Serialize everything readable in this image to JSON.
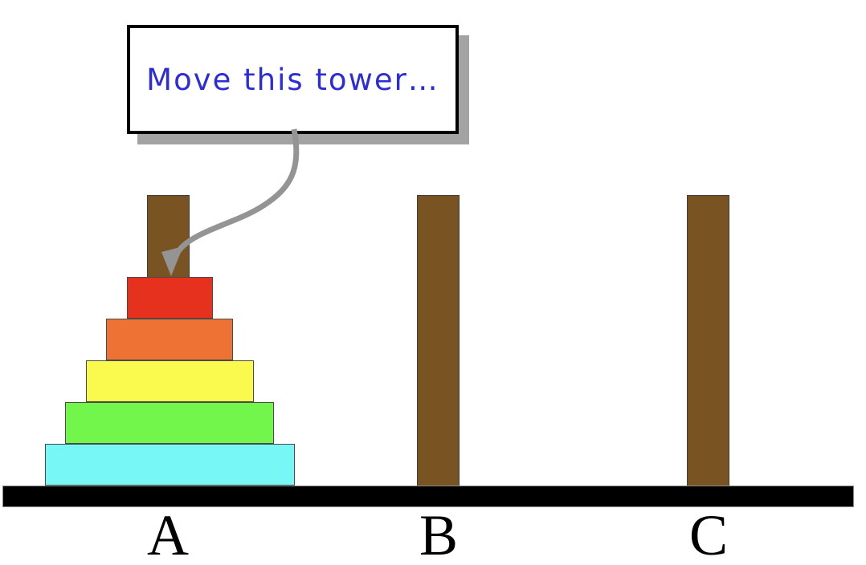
{
  "figure": {
    "callout": {
      "text": "Move this tower…",
      "points_to": "tower on peg A"
    },
    "pegs": [
      {
        "label": "A",
        "disk_count": 5
      },
      {
        "label": "B",
        "disk_count": 0
      },
      {
        "label": "C",
        "disk_count": 0
      }
    ],
    "tower": {
      "peg": "A",
      "disks_top_to_bottom": [
        {
          "name": "disk-1-smallest",
          "color": "#e6311f"
        },
        {
          "name": "disk-2",
          "color": "#ee7233"
        },
        {
          "name": "disk-3",
          "color": "#fafa4e"
        },
        {
          "name": "disk-4",
          "color": "#73f64c"
        },
        {
          "name": "disk-5-largest",
          "color": "#77f8f7"
        }
      ]
    },
    "colors": {
      "peg": "#7a5322",
      "base": "#000000",
      "arrow": "#949494",
      "callout_text": "#2c2cdb",
      "callout_shadow": "#a3a3a3"
    }
  }
}
